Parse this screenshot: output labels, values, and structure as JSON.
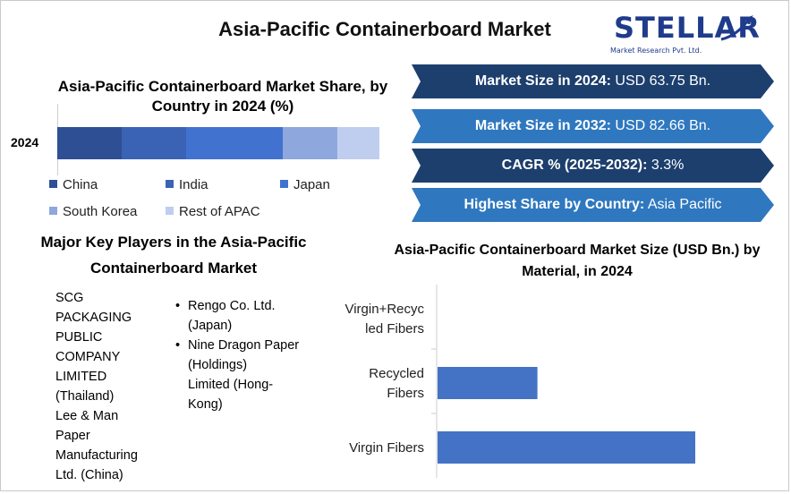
{
  "title": "Asia-Pacific Containerboard Market",
  "logo": {
    "name": "STELLAR",
    "subtitle": "Market Research Pvt. Ltd.",
    "accent": "#1f3b8c"
  },
  "share_chart": {
    "title": "Asia-Pacific Containerboard Market Share, by Country in 2024 (%)",
    "year": "2024",
    "legend": [
      "China",
      "India",
      "Japan",
      "South Korea",
      "Rest of APAC"
    ]
  },
  "key_players": {
    "title": "Major Key Players in the Asia-Pacific Containerboard Market",
    "col1": [
      "SCG",
      "PACKAGING",
      "PUBLIC",
      "COMPANY",
      "LIMITED",
      "(Thailand)",
      "Lee & Man",
      "Paper",
      "Manufacturing",
      "Ltd. (China)"
    ],
    "col2": [
      [
        "Rengo Co. Ltd.",
        "(Japan)"
      ],
      [
        "Nine Dragon Paper",
        "(Holdings)",
        "Limited (Hong-",
        "Kong)"
      ]
    ]
  },
  "stats": [
    {
      "label": "Market Size in 2024:",
      "value": " USD 63.75 Bn.",
      "color": "#1d3f6e"
    },
    {
      "label": "Market Size in 2032:",
      "value": " USD 82.66 Bn.",
      "color": "#2f78bf"
    },
    {
      "label": "CAGR % (2025-2032):",
      "value": " 3.3%",
      "color": "#1d3f6e"
    },
    {
      "label": "Highest Share by Country:",
      "value": " Asia Pacific",
      "color": "#2f78bf"
    }
  ],
  "chart_data": [
    {
      "type": "bar",
      "orientation": "horizontal-stacked",
      "title": "Asia-Pacific Containerboard Market Share, by Country in 2024 (%)",
      "categories": [
        "2024"
      ],
      "series": [
        {
          "name": "China",
          "values": [
            20
          ],
          "color": "#2e4f93"
        },
        {
          "name": "India",
          "values": [
            20
          ],
          "color": "#3a63b5"
        },
        {
          "name": "Japan",
          "values": [
            30
          ],
          "color": "#4272cf"
        },
        {
          "name": "South Korea",
          "values": [
            17
          ],
          "color": "#8ea7dc"
        },
        {
          "name": "Rest of APAC",
          "values": [
            13
          ],
          "color": "#bfcdee"
        }
      ],
      "xlim": [
        0,
        100
      ],
      "legend_position": "bottom"
    },
    {
      "type": "bar",
      "orientation": "horizontal",
      "title": "Asia-Pacific Containerboard Market Size (USD Bn.) by Material, in 2024",
      "categories": [
        "Virgin+Recycled Fibers",
        "Recycled Fibers",
        "Virgin Fibers"
      ],
      "category_labels": [
        [
          "Virgin+Recyc",
          "led Fibers"
        ],
        [
          "Recycled",
          "Fibers"
        ],
        [
          "Virgin Fibers"
        ]
      ],
      "values": [
        0,
        15.5,
        40
      ],
      "xlim": [
        0,
        50
      ],
      "bar_color": "#4472c4",
      "grid": false
    }
  ]
}
